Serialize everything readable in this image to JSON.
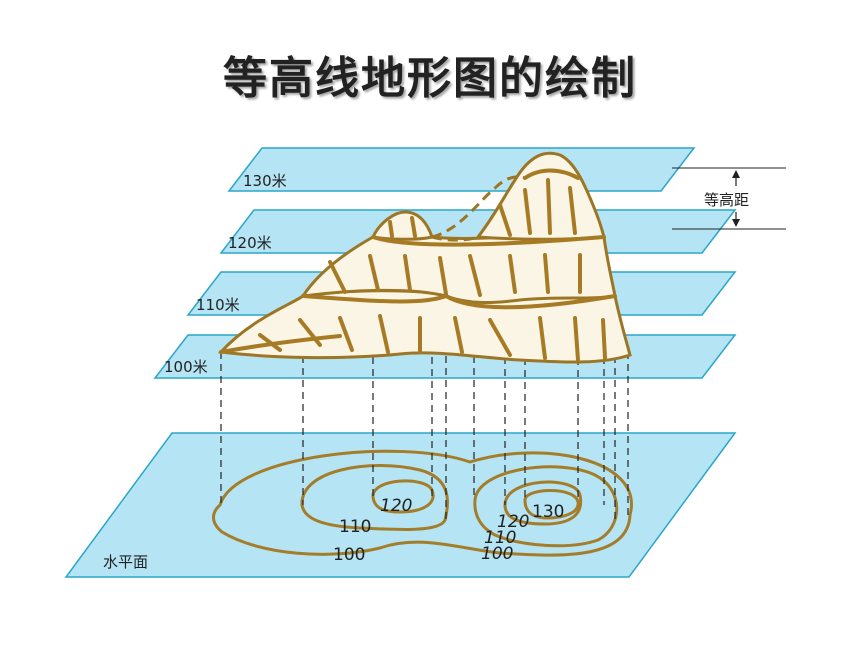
{
  "title": "等高线地形图的绘制",
  "planes": [
    {
      "label": "130米"
    },
    {
      "label": "120米"
    },
    {
      "label": "110米"
    },
    {
      "label": "100米"
    }
  ],
  "interval_label": "等高距",
  "base_label": "水平面",
  "contour_labels": {
    "left_120": "120",
    "left_110": "110",
    "left_100": "100",
    "right_130": "130",
    "right_120": "120",
    "right_110": "110",
    "right_100": "100"
  },
  "colors": {
    "plane_fill": "#b5e4f4",
    "plane_edge": "#2aa6c9",
    "terrain": "#a67b24",
    "contour": "#a47d2a"
  }
}
